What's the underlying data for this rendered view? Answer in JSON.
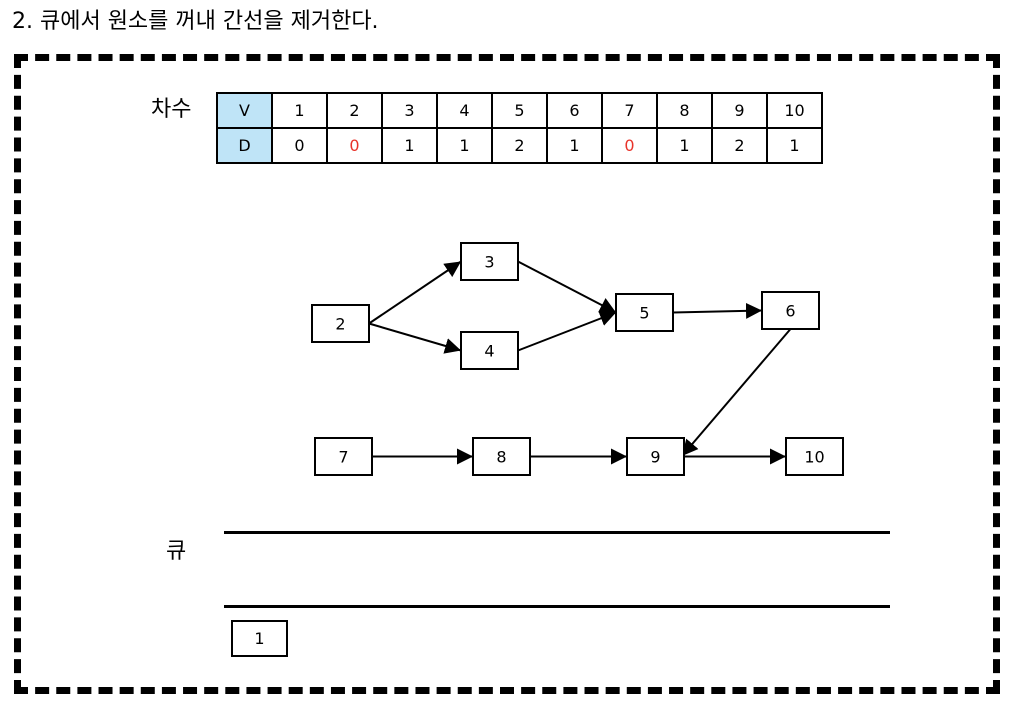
{
  "heading": "2. 큐에서 원소를 꺼내 간선을 제거한다.",
  "degree_table": {
    "label": "차수",
    "row_headers": [
      "V",
      "D"
    ],
    "vertices": [
      "1",
      "2",
      "3",
      "4",
      "5",
      "6",
      "7",
      "8",
      "9",
      "10"
    ],
    "degrees": [
      "0",
      "0",
      "1",
      "1",
      "2",
      "1",
      "0",
      "1",
      "2",
      "1"
    ],
    "highlight_zero_vertices": [
      "2",
      "7"
    ],
    "header_color": "#bfe4f7",
    "zero_color": "#e8332a"
  },
  "graph": {
    "nodes": [
      "2",
      "3",
      "4",
      "5",
      "6",
      "7",
      "8",
      "9",
      "10"
    ],
    "edges": [
      [
        "2",
        "3"
      ],
      [
        "2",
        "4"
      ],
      [
        "3",
        "5"
      ],
      [
        "4",
        "5"
      ],
      [
        "5",
        "6"
      ],
      [
        "6",
        "9"
      ],
      [
        "7",
        "8"
      ],
      [
        "8",
        "9"
      ],
      [
        "9",
        "10"
      ]
    ]
  },
  "queue": {
    "label": "큐",
    "contents": [],
    "dequeued": "1"
  }
}
